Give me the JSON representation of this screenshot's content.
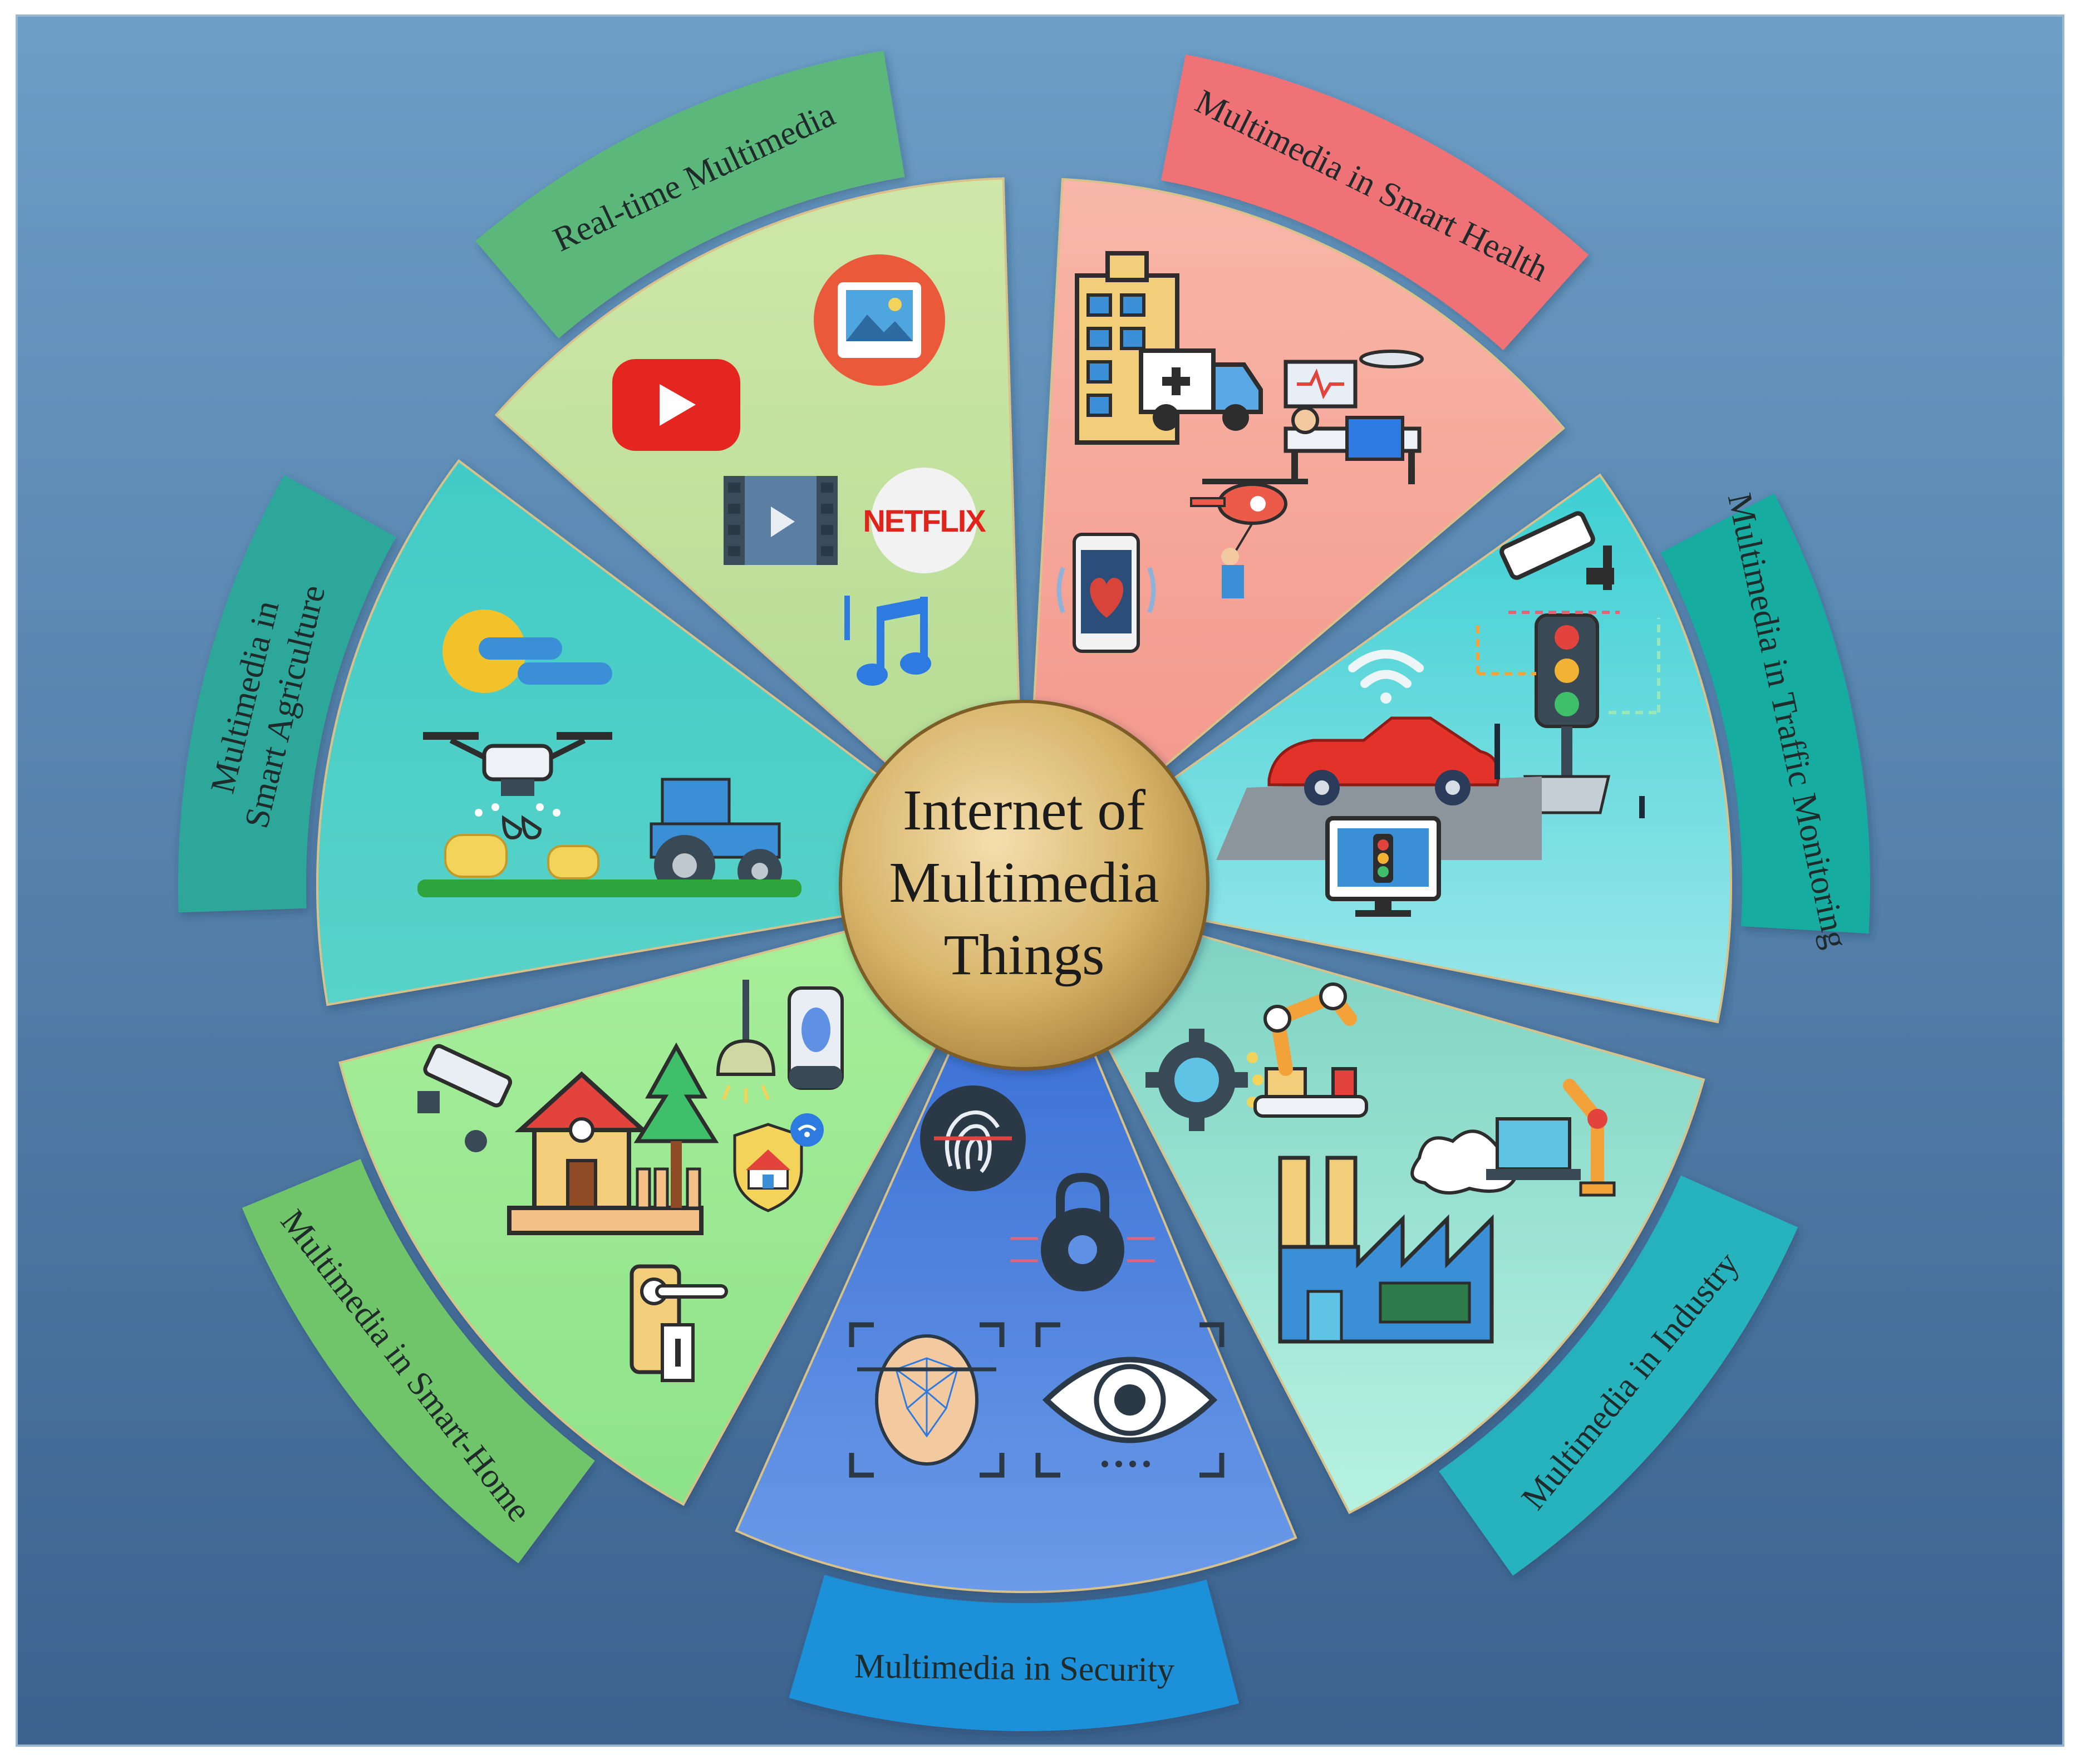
{
  "center": {
    "lines": [
      "Internet of",
      "Multimedia",
      "Things"
    ],
    "color": "#c9a24a"
  },
  "segments": [
    {
      "id": "realtime",
      "label_lines": [
        "Real-time Multimedia"
      ],
      "wedge_color": "#c4e3a2",
      "band_color": "#5cb87a",
      "icons": [
        "youtube-icon",
        "image-gallery-icon",
        "video-player-icon",
        "netflix-logo-icon",
        "music-notes-icon"
      ],
      "netflix_text": "NETFLIX"
    },
    {
      "id": "health",
      "label_lines": [
        "Multimedia in Smart Health"
      ],
      "wedge_color": "#f6a497",
      "band_color": "#ee7276",
      "icons": [
        "hospital-icon",
        "ambulance-icon",
        "patient-monitor-icon",
        "helicopter-rescue-icon",
        "heart-phone-icon"
      ]
    },
    {
      "id": "traffic",
      "label_lines": [
        "Multimedia in Traffic Monitoring"
      ],
      "wedge_color": "#78dde0",
      "band_color": "#14aca0",
      "icons": [
        "cctv-camera-icon",
        "traffic-light-icon",
        "car-icon",
        "wifi-signal-icon",
        "traffic-monitor-icon"
      ]
    },
    {
      "id": "industry",
      "label_lines": [
        "Multimedia in Industry"
      ],
      "wedge_color": "#9fe6cf",
      "band_color": "#27b3bd",
      "icons": [
        "gear-icon",
        "robot-arm-icon",
        "factory-icon",
        "laptop-robot-icon"
      ]
    },
    {
      "id": "security",
      "label_lines": [
        "Multimedia in Security"
      ],
      "wedge_color": "#5e90e4",
      "band_color": "#1b90d8",
      "icons": [
        "fingerprint-icon",
        "padlock-icon",
        "face-recognition-icon",
        "eye-scan-icon"
      ]
    },
    {
      "id": "smarthome",
      "label_lines": [
        "Multimedia in Smart-Home"
      ],
      "wedge_color": "#93e68e",
      "band_color": "#70c46a",
      "icons": [
        "security-camera-icon",
        "smart-house-icon",
        "smart-lamp-icon",
        "remote-control-icon",
        "wifi-home-shield-icon",
        "smart-lock-icon"
      ]
    },
    {
      "id": "agriculture",
      "label_lines": [
        "Multimedia in",
        "Smart Agriculture"
      ],
      "wedge_color": "#49cfc8",
      "band_color": "#2ea79b",
      "icons": [
        "weather-icon",
        "drone-icon",
        "tractor-icon",
        "hay-bale-icon"
      ]
    }
  ]
}
